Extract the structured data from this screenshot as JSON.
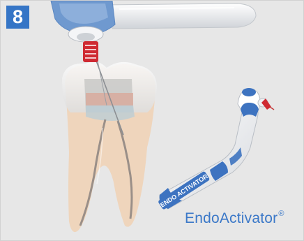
{
  "step": {
    "number": "8"
  },
  "brand": {
    "name": "EndoActivator",
    "mark": "®"
  },
  "device": {
    "label": "ENDO ACTIVATOR"
  },
  "colors": {
    "background": "#e7e7e7",
    "accent_blue": "#3575c6",
    "brand_text": "#3b78c8",
    "tip_red": "#cf2a32",
    "root_tint": "#f2cfae"
  }
}
